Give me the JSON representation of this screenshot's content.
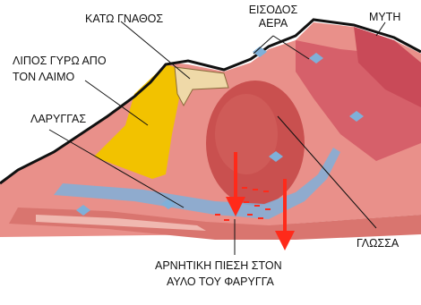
{
  "labels": {
    "jaw": "ΚΑΤΩ ΓΝΑΘΟΣ",
    "air_entry_line1": "ΕΙΣΟΔΟΣ",
    "air_entry_line2": "ΑΕΡΑ",
    "nose": "ΜΥΤΗ",
    "fat_line1": "ΛΙΠΟΣ ΓΥΡΩ ΑΠΟ",
    "fat_line2": "ΤΟΝ ΛΑΙΜΟ",
    "larynx": "ΛΑΡΥΓΓΑΣ",
    "tongue": "ΓΛΩΣΣΑ",
    "pressure_line1": "ΑΡΝΗΤΙΚΗ ΠΙΕΣΗ ΣΤΟΝ",
    "pressure_line2": "ΑΥΛΟ ΤΟΥ ΦΑΡΥΓΓΑ"
  },
  "colors": {
    "fat": "#f2c200",
    "tissue": "#d9756f",
    "tissue_dark": "#b8434a",
    "tongue": "#c9504f",
    "skin_outline": "#111111",
    "airway_blue": "#7fb0d9",
    "arrow_red": "#ff2a1a",
    "bone": "#efd9a8"
  }
}
